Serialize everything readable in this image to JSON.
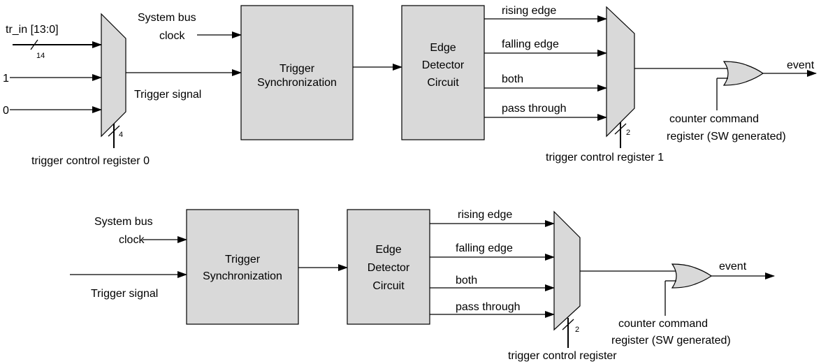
{
  "diagram_top": {
    "mux0_inputs": [
      "tr_in [13:0]",
      "1",
      "0"
    ],
    "bus_width_in": "14",
    "sel0_width": "4",
    "sel0_label": "trigger control register 0",
    "clock_label_1": "System bus",
    "clock_label_2": "clock",
    "trigger_signal": "Trigger signal",
    "sync_1": "Trigger",
    "sync_2": "Synchronization",
    "edge_1": "Edge",
    "edge_2": "Detector",
    "edge_3": "Circuit",
    "outputs": [
      "rising edge",
      "falling edge",
      "both",
      "pass through"
    ],
    "sel1_width": "2",
    "sel1_label": "trigger control register 1",
    "counter_1": "counter command",
    "counter_2": "register (SW generated)",
    "event": "event"
  },
  "diagram_bottom": {
    "clock_label_1": "System bus",
    "clock_label_2": "clock",
    "trigger_signal": "Trigger signal",
    "sync_1": "Trigger",
    "sync_2": "Synchronization",
    "edge_1": "Edge",
    "edge_2": "Detector",
    "edge_3": "Circuit",
    "outputs": [
      "rising edge",
      "falling edge",
      "both",
      "pass through"
    ],
    "sel_width": "2",
    "sel_label": "trigger control register",
    "counter_1": "counter command",
    "counter_2": "register (SW generated)",
    "event": "event"
  }
}
